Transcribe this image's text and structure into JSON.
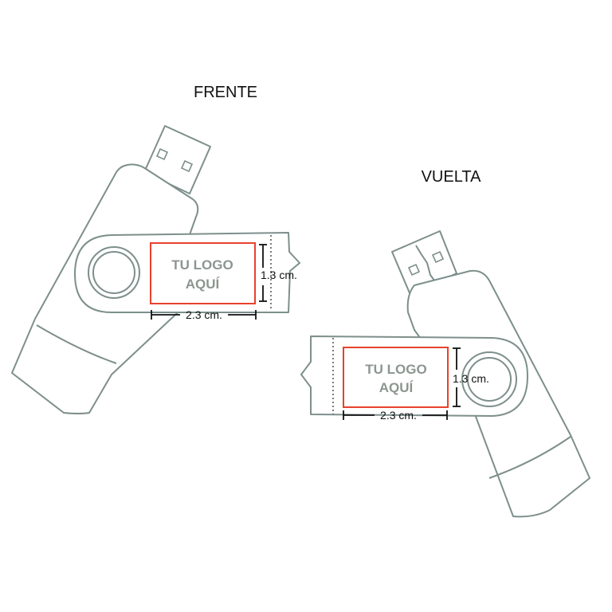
{
  "front": {
    "title": "FRENTE",
    "logo_line1": "TU LOGO",
    "logo_line2": "AQUÍ",
    "height_label": "1.3 cm.",
    "width_label": "2.3 cm."
  },
  "back": {
    "title": "VUELTA",
    "logo_line1": "TU LOGO",
    "logo_line2": "AQUÍ",
    "height_label": "1.3 cm.",
    "width_label": "2.3 cm."
  },
  "colors": {
    "outline": "#7d8f8c",
    "logo_area": "#e8412c",
    "logo_text": "#8c9690",
    "dimension": "#111111"
  }
}
